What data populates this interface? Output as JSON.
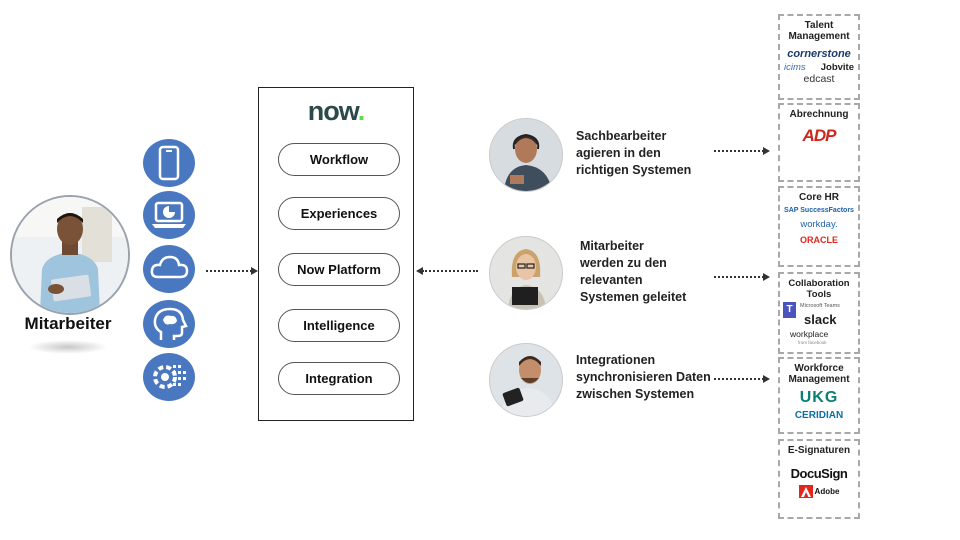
{
  "employee": {
    "label": "Mitarbeiter"
  },
  "channels": [
    {
      "icon": "smartphone-icon"
    },
    {
      "icon": "laptop-chart-icon"
    },
    {
      "icon": "cloud-icon"
    },
    {
      "icon": "brain-head-icon"
    },
    {
      "icon": "ai-gear-icon"
    }
  ],
  "platform": {
    "logo": "now.",
    "items": [
      "Workflow",
      "Experiences",
      "Now Platform",
      "Intelligence",
      "Integration"
    ]
  },
  "agents": [
    {
      "text_lines": [
        "Sachbearbeiter",
        "agieren in den",
        "richtigen Systemen"
      ]
    },
    {
      "text_lines": [
        "Mitarbeiter",
        "werden zu den",
        "relevanten",
        "Systemen geleitet"
      ]
    },
    {
      "text_lines": [
        "Integrationen",
        "synchronisieren Daten",
        "zwischen Systemen"
      ]
    }
  ],
  "categories": [
    {
      "title_lines": [
        "Talent",
        "Management"
      ],
      "brands": [
        "cornerstone",
        "icims",
        "Jobvite",
        "edcast"
      ]
    },
    {
      "title_lines": [
        "Abrechnung"
      ],
      "brands": [
        "ADP"
      ]
    },
    {
      "title_lines": [
        "Core HR"
      ],
      "brands": [
        "SAP SuccessFactors",
        "workday.",
        "ORACLE"
      ]
    },
    {
      "title_lines": [
        "Collaboration",
        "Tools"
      ],
      "brands": [
        "Microsoft Teams",
        "slack",
        "workplace",
        "from facebook"
      ]
    },
    {
      "title_lines": [
        "Workforce",
        "Management"
      ],
      "brands": [
        "UKG",
        "CERIDIAN"
      ]
    },
    {
      "title_lines": [
        "E-Signaturen"
      ],
      "brands": [
        "DocuSign",
        "Adobe"
      ]
    }
  ],
  "colors": {
    "accent_blue": "#4a78c0",
    "now_green": "#62d84e",
    "adp_red": "#d0271d",
    "ukg_green": "#0b7f74"
  }
}
